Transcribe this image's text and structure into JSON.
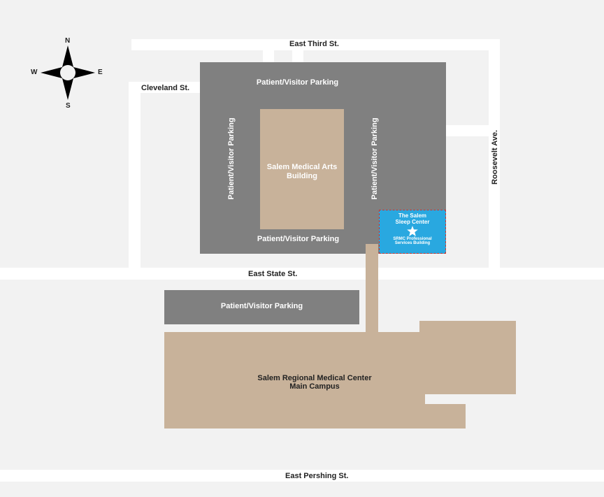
{
  "streets": {
    "east_third": "East Third St.",
    "cleveland": "Cleveland St.",
    "roosevelt": "Roosevelt Ave.",
    "east_state": "East State St.",
    "east_pershing": "East Pershing St."
  },
  "parking": {
    "top": "Patient/Visitor Parking",
    "left": "Patient/Visitor Parking",
    "right": "Patient/Visitor Parking",
    "bottom": "Patient/Visitor Parking",
    "south_lot": "Patient/Visitor Parking"
  },
  "buildings": {
    "medical_arts_line1": "Salem Medical Arts",
    "medical_arts_line2": "Building",
    "main_campus_line1": "Salem Regional Medical Center",
    "main_campus_line2": "Main Campus"
  },
  "sleep_center": {
    "title_line1": "The Salem",
    "title_line2": "Sleep Center",
    "subtitle_line1": "SRMC Professional",
    "subtitle_line2": "Services Building",
    "marker": "star-icon"
  },
  "compass": {
    "n": "N",
    "s": "S",
    "e": "E",
    "w": "W"
  },
  "colors": {
    "background": "#f2f2f2",
    "road": "#ffffff",
    "parking": "#808080",
    "building": "#c8b29a",
    "sleep_center": "#29a8e0",
    "sleep_center_border": "#d0342c"
  }
}
